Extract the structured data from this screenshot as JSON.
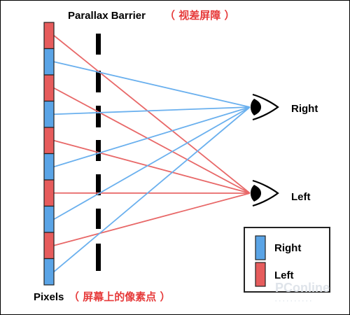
{
  "title": {
    "en": "Parallax Barrier",
    "cn": "（ 视差屏障 ）"
  },
  "eyes": {
    "right_label": "Right",
    "left_label": "Left"
  },
  "pixels": {
    "en": "Pixels",
    "cn": "（ 屏幕上的像素点 ）",
    "sequence": [
      "Left",
      "Right",
      "Left",
      "Right",
      "Left",
      "Right",
      "Left",
      "Right",
      "Left",
      "Right"
    ]
  },
  "legend": {
    "right": "Right",
    "left": "Left"
  },
  "colors": {
    "red": "#e65c5c",
    "blue": "#5aa4e6",
    "line_red": "#e86868",
    "line_blue": "#6ab0ee",
    "barrier": "#000000",
    "border": "#333333"
  },
  "watermark": "PConline"
}
